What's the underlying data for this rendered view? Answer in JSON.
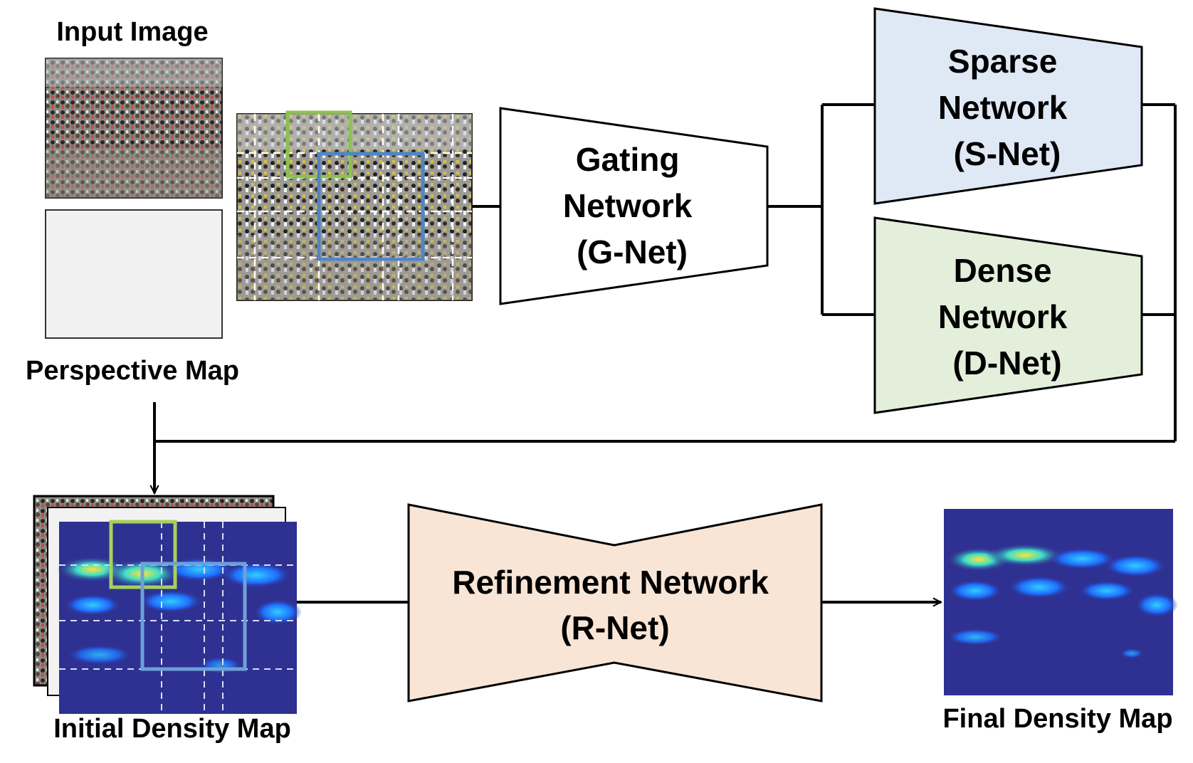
{
  "labels": {
    "input_image": "Input Image",
    "perspective_map": "Perspective Map",
    "initial_density_map": "Initial Density Map",
    "final_density_map": "Final Density Map"
  },
  "networks": {
    "gating": [
      "Gating",
      "Network",
      "(G-Net)"
    ],
    "sparse": [
      "Sparse",
      "Network",
      "(S-Net)"
    ],
    "dense": [
      "Dense",
      "Network",
      "(D-Net)"
    ],
    "refinement": [
      "Refinement Network",
      "(R-Net)"
    ]
  },
  "colors": {
    "sparse_fill": "#dfe9f5",
    "dense_fill": "#e3efdb",
    "refinement_fill": "#f8e5d6",
    "gating_fill": "#ffffff",
    "sparse_box": "#4f86c6",
    "dense_box": "#8cc152",
    "density_bg": "#2e3192"
  }
}
